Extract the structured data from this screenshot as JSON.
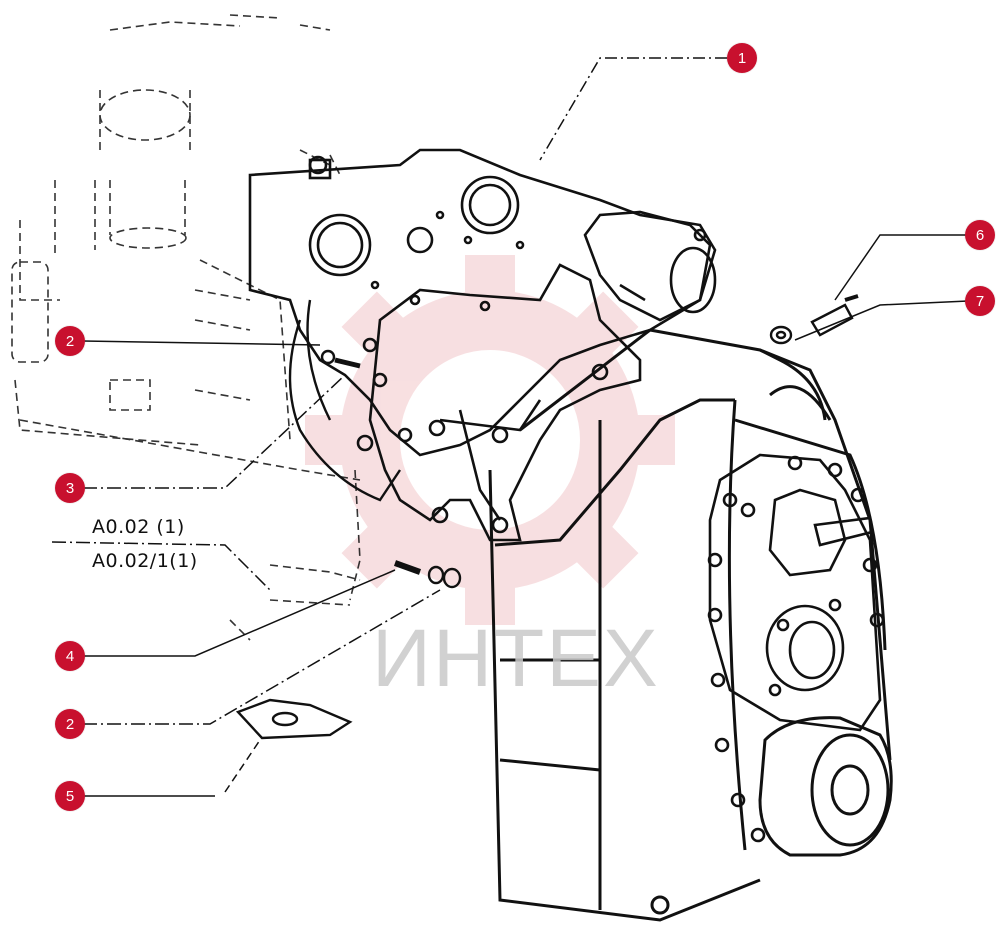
{
  "callouts": [
    {
      "label": "1"
    },
    {
      "label": "2"
    },
    {
      "label": "3"
    },
    {
      "label": "4"
    },
    {
      "label": "2"
    },
    {
      "label": "5"
    },
    {
      "label": "6"
    },
    {
      "label": "7"
    }
  ],
  "part_refs": [
    "A0.02 (1)",
    "A0.02/1(1)"
  ],
  "watermark": {
    "text": "ИНТЕХ",
    "gear_color": "#f2c6c9",
    "text_color": "#c9c9c9"
  },
  "colors": {
    "badge": "#c8102e",
    "line": "#111111"
  }
}
